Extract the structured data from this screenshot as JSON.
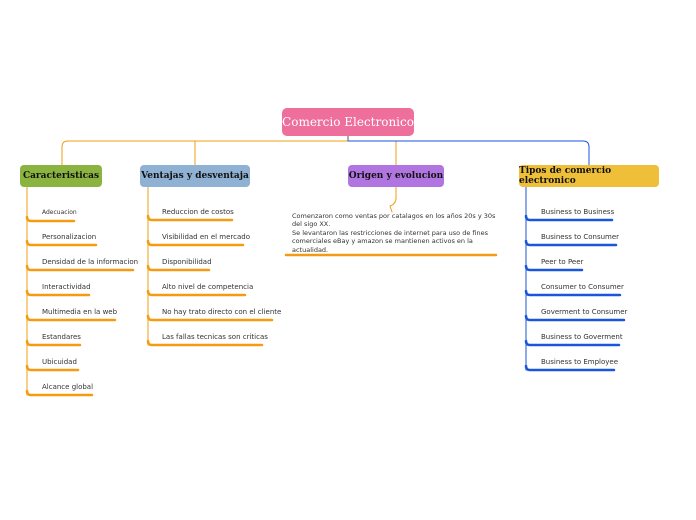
{
  "root": {
    "label": "Comercio Electronico",
    "color": "#ee6e9c"
  },
  "branches": [
    {
      "label": "Caracteristicas",
      "color": "#8ab33f",
      "line": "#f39c12",
      "items": [
        "Adecuacion",
        "Personalizacion",
        "Densidad de la informacion",
        "Interactividad",
        "Multimedia en la web",
        "Estandares",
        "Ubicuidad",
        "Alcance global"
      ]
    },
    {
      "label": "Ventajas y desventaja",
      "color": "#8fb1d3",
      "line": "#f39c12",
      "items": [
        "Reduccion de costos",
        "Visibilidad en el mercado",
        "Disponibilidad",
        "Alto nivel de competencia",
        "No hay trato directo con el cliente",
        "Las fallas tecnicas son criticas"
      ]
    },
    {
      "label": "Origen y evolucion",
      "color": "#b075e0",
      "line": "#f39c12",
      "paragraph": [
        "Comenzaron como ventas por catalagos en los años 20s y 30s",
        "del sigo XX.",
        "Se levantaron las restricciones de internet para uso de fines",
        "comerciales eBay y amazon se mantienen activos en la",
        "actualidad."
      ]
    },
    {
      "label": "Tipos de comercio electronico",
      "color": "#efbf3a",
      "line": "#1a56db",
      "items": [
        "Business to Business",
        "Business to Consumer",
        "Peer to Peer",
        "Consumer to Consumer",
        "Goverment to Consumer",
        "Business to Goverment",
        "Business to Employee"
      ]
    }
  ]
}
